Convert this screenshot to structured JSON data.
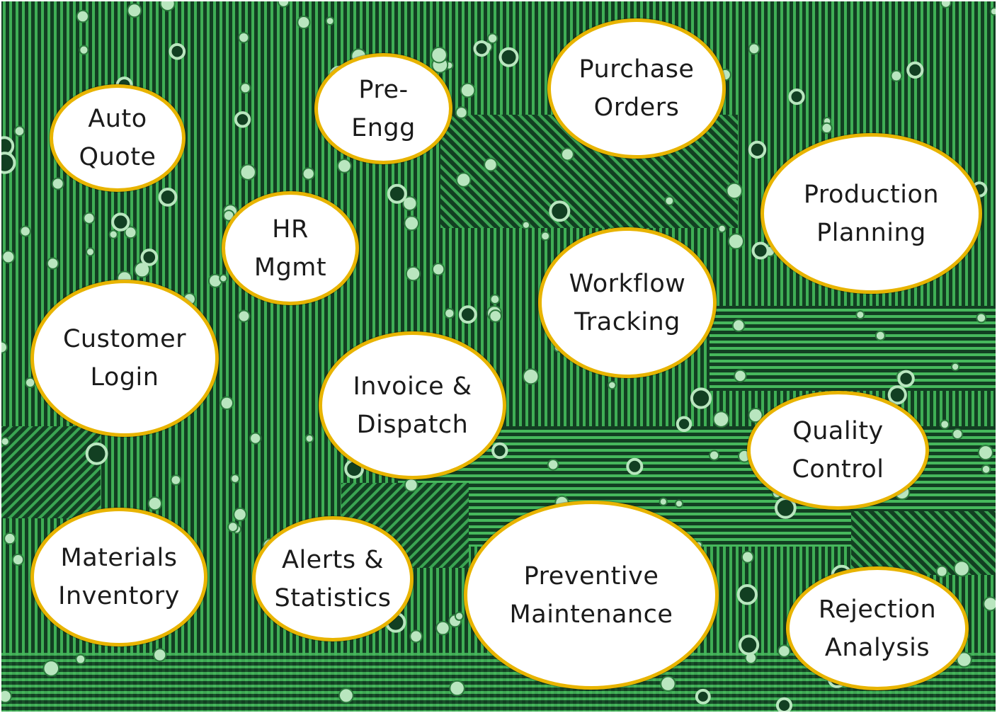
{
  "theme": {
    "ring_color": "#e8b400",
    "board_dark": "#0f3a1e",
    "trace_color": "#3fae55",
    "pad_color": "#b9e6bf"
  },
  "modules": {
    "auto_quote": {
      "lines": [
        "Auto",
        "Quote"
      ]
    },
    "pre_engg": {
      "lines": [
        "Pre-",
        "Engg"
      ]
    },
    "purchase": {
      "lines": [
        "Purchase",
        "Orders"
      ]
    },
    "production": {
      "lines": [
        "Production",
        "Planning"
      ]
    },
    "hr": {
      "lines": [
        "HR",
        "Mgmt"
      ]
    },
    "workflow": {
      "lines": [
        "Workflow",
        "Tracking"
      ]
    },
    "customer": {
      "lines": [
        "Customer",
        "Login"
      ]
    },
    "invoice": {
      "lines": [
        "Invoice &",
        "Dispatch"
      ]
    },
    "quality": {
      "lines": [
        "Quality",
        "Control"
      ]
    },
    "materials": {
      "lines": [
        "Materials",
        "Inventory"
      ]
    },
    "alerts": {
      "lines": [
        "Alerts &",
        "Statistics"
      ]
    },
    "preventive": {
      "lines": [
        "Preventive",
        "Maintenance"
      ]
    },
    "rejection": {
      "lines": [
        "Rejection",
        "Analysis"
      ]
    }
  }
}
